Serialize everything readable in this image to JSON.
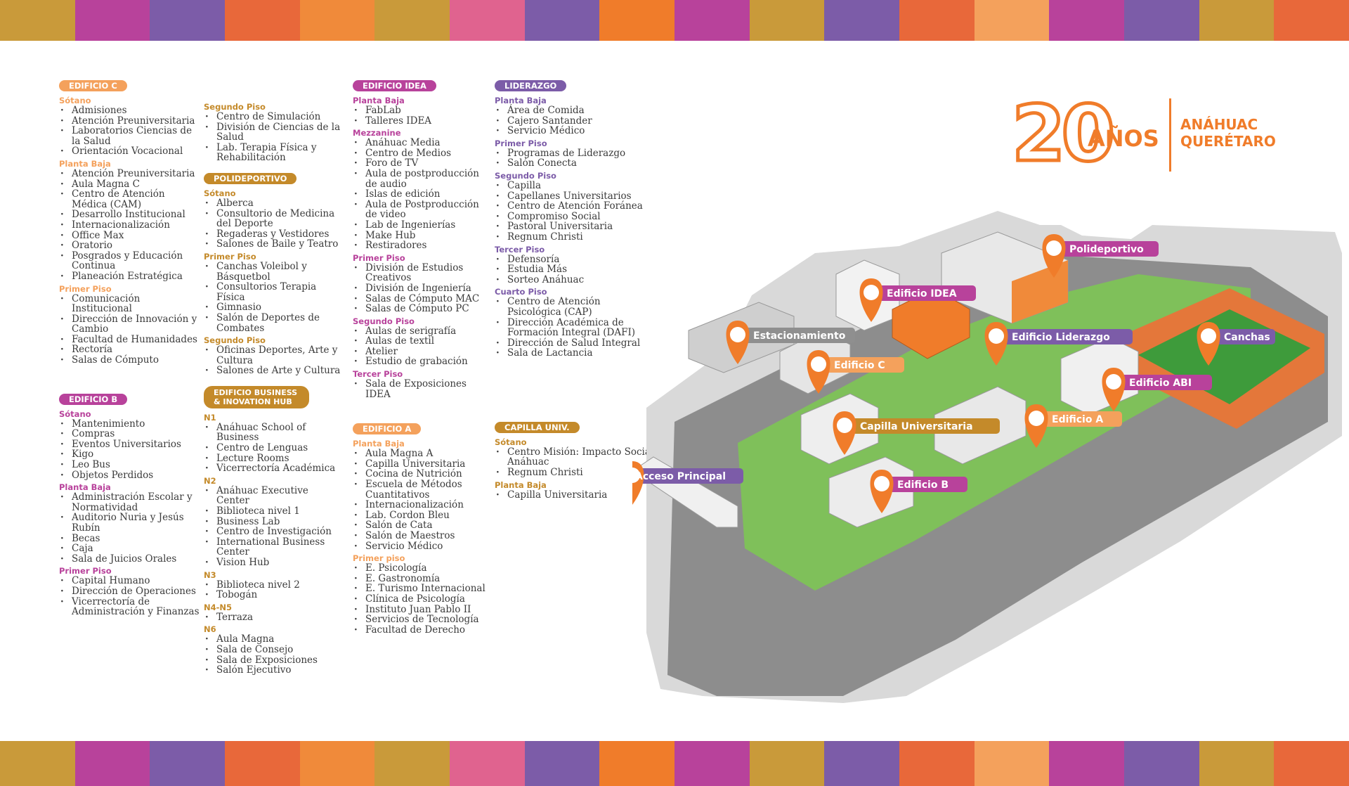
{
  "colors": {
    "orange": "#f07c2a",
    "magenta": "#b8429b",
    "purple": "#7c5ca8",
    "gold": "#c48a2a",
    "peach": "#f4a15c",
    "pink": "#e0638f",
    "grey": "#8f8f8f"
  },
  "band_colors": [
    "#c99a3a",
    "#b8429b",
    "#7c5ca8",
    "#e8683a",
    "#f08a3a",
    "#c99a3a",
    "#e0638f",
    "#7c5ca8",
    "#f07c2a",
    "#b8429b",
    "#c99a3a",
    "#7c5ca8",
    "#e8683a",
    "#f4a15c",
    "#b8429b",
    "#7c5ca8",
    "#c99a3a",
    "#e8683a"
  ],
  "logo": {
    "number": "20",
    "anos": "AÑOS",
    "line1": "ANÁHUAC",
    "line2": "QUERÉTARO"
  },
  "columns": [
    {
      "sections": [
        {
          "title": "EDIFICIO C",
          "color": "#f4a15c",
          "floors": [
            {
              "name": "Sótano",
              "items": [
                "Admisiones",
                "Atención Preuniversitaria",
                "Laboratorios Ciencias de la Salud",
                "Orientación Vocacional"
              ]
            },
            {
              "name": "Planta Baja",
              "items": [
                "Atención Preuniversitaria",
                "Aula Magna C",
                "Centro de Atención Médica (CAM)",
                "Desarrollo Institucional",
                "Internacionalización",
                "Office Max",
                "Oratorio",
                "Posgrados y Educación Continua",
                "Planeación Estratégica"
              ]
            },
            {
              "name": "Primer Piso",
              "items": [
                "Comunicación Institucional",
                "Dirección de Innovación y Cambio",
                "Facultad de Humanidades",
                "Rectoría",
                "Salas de Cómputo"
              ]
            }
          ]
        },
        {
          "title": "EDIFICIO B",
          "color": "#b8429b",
          "floors": [
            {
              "name": "Sótano",
              "items": [
                "Mantenimiento",
                "Compras",
                "Eventos Universitarios",
                "Kigo",
                "Leo Bus",
                "Objetos Perdidos"
              ]
            },
            {
              "name": "Planta Baja",
              "items": [
                "Administración Escolar y Normatividad",
                "Auditorio Nuria y Jesús Rubín",
                "Becas",
                "Caja",
                "Sala de Juicios Orales"
              ]
            },
            {
              "name": "Primer Piso",
              "items": [
                "Capital Humano",
                "Dirección de Operaciones",
                "Vicerrectoría de Administración y Finanzas"
              ]
            }
          ]
        }
      ]
    },
    {
      "sections": [
        {
          "title": "",
          "color": "#c48a2a",
          "floors": [
            {
              "name": "Segundo Piso",
              "items": [
                "Centro de Simulación",
                "División de Ciencias de la Salud",
                "Lab. Terapia Física y Rehabilitación"
              ]
            }
          ]
        },
        {
          "title": "POLIDEPORTIVO",
          "color": "#c48a2a",
          "floors": [
            {
              "name": "Sótano",
              "items": [
                "Alberca",
                "Consultorio de Medicina del Deporte",
                "Regaderas y Vestidores",
                "Salones de Baile y Teatro"
              ]
            },
            {
              "name": "Primer Piso",
              "items": [
                "Canchas Voleibol y Básquetbol",
                "Consultorios Terapia Física",
                "Gimnasio",
                "Salón de Deportes de Combates"
              ]
            },
            {
              "name": "Segundo Piso",
              "items": [
                "Oficinas Deportes, Arte y Cultura",
                "Salones de Arte y Cultura"
              ]
            }
          ]
        },
        {
          "title": "EDIFICIO BUSINESS & INOVATION HUB",
          "color": "#c48a2a",
          "big": true,
          "floors": [
            {
              "name": "N1",
              "items": [
                "Anáhuac School of Business",
                "Centro de Lenguas",
                "Lecture Rooms",
                "Vicerrectoría Académica"
              ]
            },
            {
              "name": "N2",
              "items": [
                "Anáhuac Executive Center",
                "Biblioteca nivel 1",
                "Business Lab",
                "Centro de Investigación",
                "International Business Center",
                "Vision Hub"
              ]
            },
            {
              "name": "N3",
              "items": [
                "Biblioteca nivel 2",
                "Tobogán"
              ]
            },
            {
              "name": "N4-N5",
              "items": [
                "Terraza"
              ]
            },
            {
              "name": "N6",
              "items": [
                "Aula Magna",
                "Sala de Consejo",
                "Sala de Exposiciones",
                "Salón Ejecutivo"
              ]
            }
          ]
        }
      ]
    },
    {
      "sections": [
        {
          "title": "EDIFICIO IDEA",
          "color": "#b8429b",
          "floors": [
            {
              "name": "Planta Baja",
              "items": [
                "FabLab",
                "Talleres IDEA"
              ]
            },
            {
              "name": "Mezzanine",
              "items": [
                "Anáhuac Media",
                "Centro de Medios",
                "Foro de TV",
                "Aula de postproducción de audio",
                "Islas de edición",
                "Aula de Postproducción de video",
                "Lab de Ingenierías",
                "Make Hub",
                "Restiradores"
              ]
            },
            {
              "name": "Primer Piso",
              "items": [
                "División de Estudios Creativos",
                "División de Ingeniería",
                "Salas de Cómputo MAC",
                "Salas de Cómputo PC"
              ]
            },
            {
              "name": "Segundo Piso",
              "items": [
                "Aulas de serigrafía",
                "Aulas de textil",
                "Atelier",
                "Estudio de grabación"
              ]
            },
            {
              "name": "Tercer Piso",
              "items": [
                "Sala de Exposiciones IDEA"
              ]
            }
          ]
        },
        {
          "title": "EDIFICIO A",
          "color": "#f4a15c",
          "floors": [
            {
              "name": "Planta Baja",
              "items": [
                "Aula Magna A",
                "Capilla Universitaria",
                "Cocina de Nutrición",
                "Escuela de Métodos Cuantitativos",
                "Internacionalización",
                "Lab. Cordon Bleu",
                "Salón de Cata",
                "Salón de Maestros",
                "Servicio Médico"
              ]
            },
            {
              "name": "Primer piso",
              "items": [
                "E. Psicología",
                "E. Gastronomía",
                "E. Turismo Internacional",
                "Clínica de Psicología",
                "Instituto Juan Pablo II",
                "Servicios de Tecnología",
                "Facultad de Derecho"
              ]
            }
          ]
        }
      ]
    },
    {
      "sections": [
        {
          "title": "LIDERAZGO",
          "color": "#7c5ca8",
          "floors": [
            {
              "name": "Planta Baja",
              "items": [
                "Área de Comida",
                "Cajero Santander",
                "Servicio Médico"
              ]
            },
            {
              "name": "Primer Piso",
              "items": [
                "Programas de Liderazgo",
                "Salón Conecta"
              ]
            },
            {
              "name": "Segundo Piso",
              "items": [
                "Capilla",
                "Capellanes Universitarios",
                "Centro de Atención Foránea",
                "Compromiso Social",
                "Pastoral Universitaria",
                "Regnum Christi"
              ]
            },
            {
              "name": "Tercer Piso",
              "items": [
                "Defensoría",
                "Estudia Más",
                "Sorteo Anáhuac"
              ]
            },
            {
              "name": "Cuarto Piso",
              "items": [
                "Centro de Atención Psicológica (CAP)",
                "Dirección Académica de Formación Integral (DAFI)",
                "Dirección de Salud Integral",
                "Sala de Lactancia"
              ]
            }
          ]
        },
        {
          "title": "CAPILLA UNIV.",
          "color": "#c48a2a",
          "floors": [
            {
              "name": "Sótano",
              "items": [
                "Centro Misión: Impacto Social Anáhuac",
                "Regnum Christi"
              ]
            },
            {
              "name": "Planta Baja",
              "items": [
                "Capilla Universitaria"
              ]
            }
          ]
        }
      ]
    }
  ],
  "map_labels": [
    {
      "name": "Polideportivo",
      "color": "#b8429b"
    },
    {
      "name": "Edificio IDEA",
      "color": "#b8429b"
    },
    {
      "name": "Estacionamiento",
      "color": "#8f8f8f"
    },
    {
      "name": "Edificio Liderazgo",
      "color": "#7c5ca8"
    },
    {
      "name": "Canchas",
      "color": "#7c5ca8"
    },
    {
      "name": "Edificio C",
      "color": "#f4a15c"
    },
    {
      "name": "Edificio ABI",
      "color": "#b8429b"
    },
    {
      "name": "Edificio A",
      "color": "#f4a15c"
    },
    {
      "name": "Capilla Universitaria",
      "color": "#c48a2a"
    },
    {
      "name": "Acceso Principal",
      "color": "#7c5ca8"
    },
    {
      "name": "Edificio B",
      "color": "#b8429b"
    }
  ]
}
